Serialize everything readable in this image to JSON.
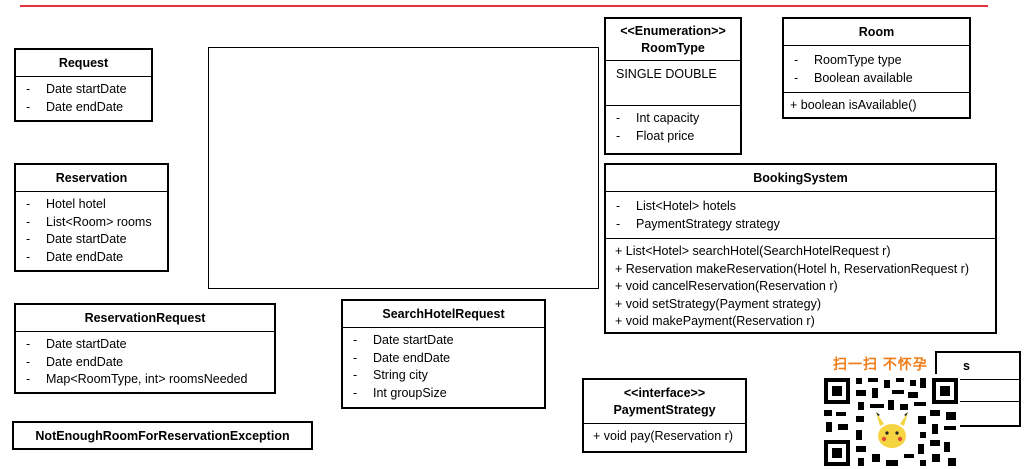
{
  "request": {
    "title": "Request",
    "attributes": [
      "Date startDate",
      "Date endDate"
    ]
  },
  "reservation": {
    "title": "Reservation",
    "attributes": [
      "Hotel hotel",
      "List<Room> rooms",
      "Date startDate",
      "Date endDate"
    ]
  },
  "reservation_request": {
    "title": "ReservationRequest",
    "attributes": [
      "Date startDate",
      "Date endDate",
      "Map<RoomType, int> roomsNeeded"
    ]
  },
  "exception": {
    "title": "NotEnoughRoomForReservationException"
  },
  "search_hotel_request": {
    "title": "SearchHotelRequest",
    "attributes": [
      "Date startDate",
      "Date endDate",
      "String city",
      "Int groupSize"
    ]
  },
  "room_type": {
    "stereotype": "<<Enumeration>>",
    "title": "RoomType",
    "values": "SINGLE  DOUBLE",
    "attributes": [
      "Int capacity",
      "Float price"
    ]
  },
  "room": {
    "title": "Room",
    "attributes": [
      "RoomType type",
      "Boolean available"
    ],
    "methods": [
      "+ boolean isAvailable()"
    ]
  },
  "booking_system": {
    "title": "BookingSystem",
    "attributes": [
      "List<Hotel> hotels",
      "PaymentStrategy strategy"
    ],
    "methods": [
      "+ List<Hotel> searchHotel(SearchHotelRequest r)",
      "+ Reservation makeReservation(Hotel h, ReservationRequest r)",
      "+ void cancelReservation(Reservation r)",
      "+ void setStrategy(Payment strategy)",
      "+ void makePayment(Reservation r)"
    ]
  },
  "payment_strategy": {
    "stereotype": "<<interface>>",
    "title": "PaymentStrategy",
    "methods": [
      "+ void pay(Reservation r)"
    ]
  },
  "qr_overlay": {
    "caption": "扫一扫 不怀孕",
    "partial_text": "s"
  },
  "colors": {
    "top_line": "#e8313a",
    "qr_caption": "#f07d1a"
  },
  "attribute_marker": "-"
}
